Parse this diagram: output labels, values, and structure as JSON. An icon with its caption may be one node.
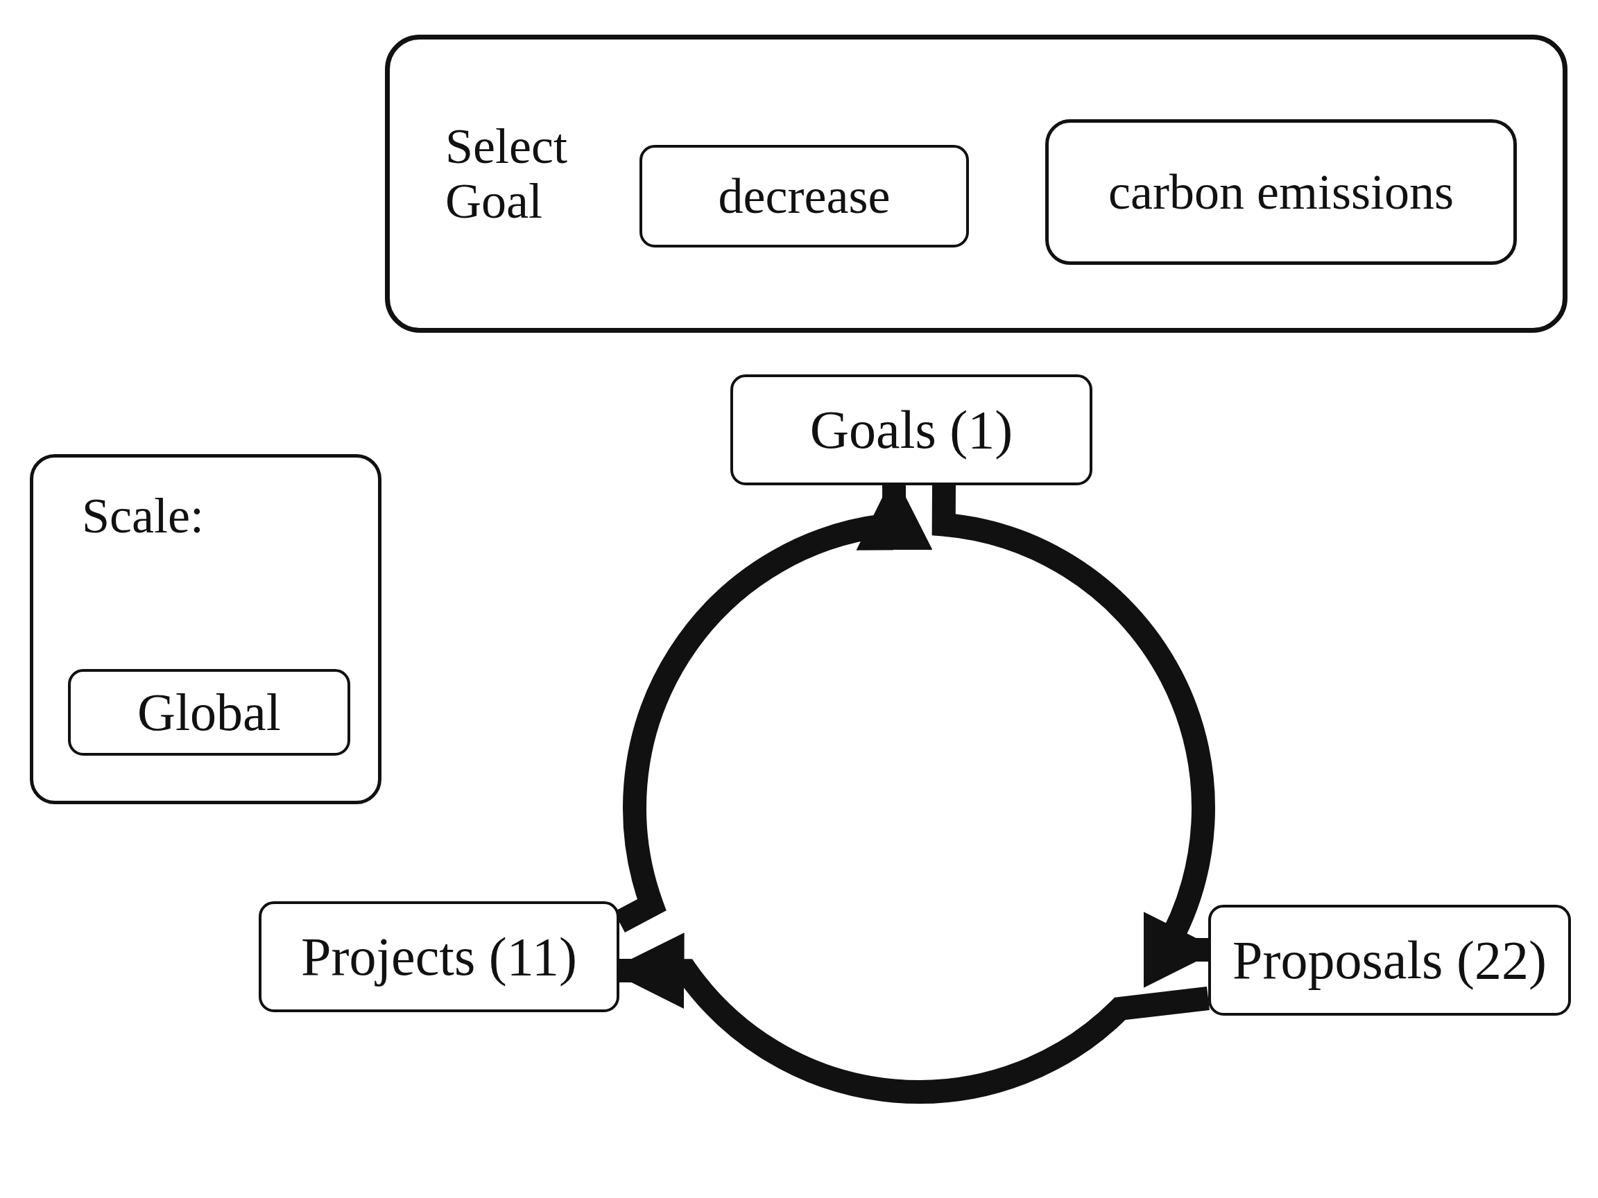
{
  "diagram": {
    "nodes": [
      {
        "text": [
          "Select Goal"
        ]
      },
      {
        "text": [
          "decrease"
        ],
        "in": 0
      },
      {
        "text": [
          "carbon emissions"
        ],
        "in": 0
      },
      {
        "text": [
          "Scale:"
        ]
      },
      {
        "text": [
          "Global"
        ],
        "in": 3
      },
      {
        "text": [
          "Goals (1)"
        ]
      },
      {
        "text": [
          "Proposals (22)"
        ]
      },
      {
        "text": [
          "Projects (11)"
        ]
      }
    ],
    "edges": [
      {
        "from": 5,
        "to": 6,
        "arrow": "to"
      },
      {
        "from": 6,
        "to": 7,
        "arrow": "to"
      },
      {
        "from": 7,
        "to": 5,
        "arrow": "to"
      }
    ]
  }
}
